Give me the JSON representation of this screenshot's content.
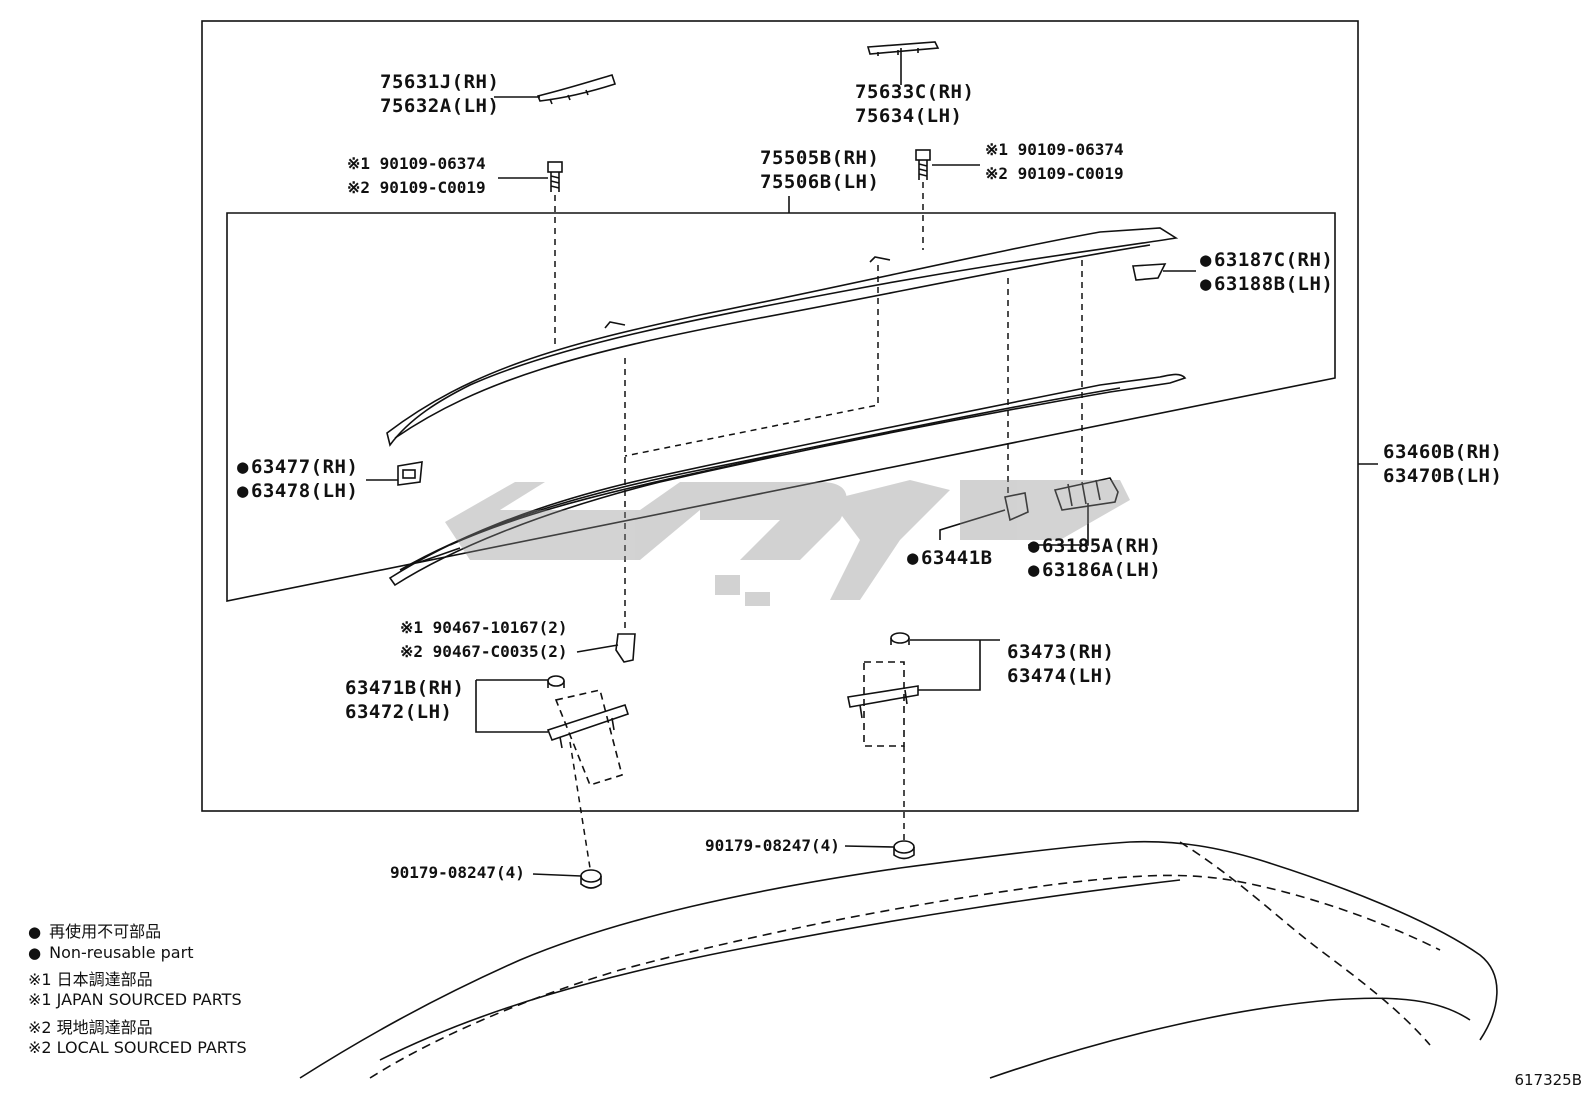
{
  "parts": {
    "p75631": {
      "rh": "75631J(RH)",
      "lh": "75632A(LH)"
    },
    "p75633": {
      "rh": "75633C(RH)",
      "lh": "75634(LH)"
    },
    "bolt_left": {
      "l1": "※1 90109-06374",
      "l2": "※2 90109-C0019"
    },
    "bolt_right": {
      "l1": "※1 90109-06374",
      "l2": "※2 90109-C0019"
    },
    "p75505": {
      "rh": "75505B(RH)",
      "lh": "75506B(LH)"
    },
    "p63187": {
      "rh": "63187C(RH)",
      "lh": "63188B(LH)"
    },
    "p63477": {
      "rh": "63477(RH)",
      "lh": "63478(LH)"
    },
    "p63460": {
      "rh": "63460B(RH)",
      "lh": "63470B(LH)"
    },
    "p63441": {
      "single": "63441B"
    },
    "p63185": {
      "rh": "63185A(RH)",
      "lh": "63186A(LH)"
    },
    "clip": {
      "l1": "※1 90467-10167(2)",
      "l2": "※2 90467-C0035(2)"
    },
    "p63473": {
      "rh": "63473(RH)",
      "lh": "63474(LH)"
    },
    "p63471": {
      "rh": "63471B(RH)",
      "lh": "63472(LH)"
    },
    "nut_left": {
      "label": "90179-08247(4)"
    },
    "nut_right": {
      "label": "90179-08247(4)"
    }
  },
  "legend": {
    "jp_nonreusable": "再使用不可部品",
    "en_nonreusable": "Non-reusable part",
    "jp_japan": "※1 日本調達部品",
    "en_japan": "※1 JAPAN SOURCED PARTS",
    "jp_local": "※2 現地調達部品",
    "en_local": "※2 LOCAL SOURCED PARTS"
  },
  "catalog_number": "617325B",
  "colors": {
    "line": "#111111",
    "watermark": "#8c8c8c",
    "background": "#ffffff"
  }
}
